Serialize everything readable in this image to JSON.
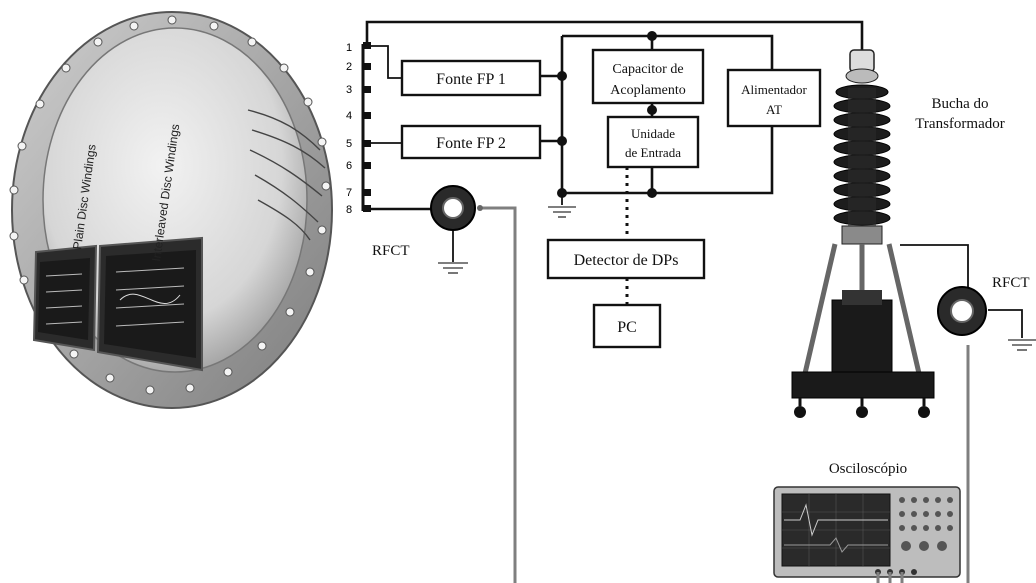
{
  "apparatus": {
    "tray_label_1": "Plain Disc Windings",
    "tray_label_2": "Interleaved Disc Windings"
  },
  "terminals": [
    "1",
    "2",
    "3",
    "4",
    "5",
    "6",
    "7",
    "8"
  ],
  "blocks": {
    "fonte_fp1": "Fonte FP 1",
    "fonte_fp2": "Fonte FP 2",
    "capacitor_line1": "Capacitor de",
    "capacitor_line2": "Acoplamento",
    "alimentador_line1": "Alimentador",
    "alimentador_line2": "AT",
    "unidade_line1": "Unidade",
    "unidade_line2": "de Entrada",
    "detector": "Detector de DPs",
    "pc": "PC"
  },
  "labels": {
    "rfct_left": "RFCT",
    "rfct_right": "RFCT",
    "bucha_line1": "Bucha do",
    "bucha_line2": "Transformador",
    "osciloscopio": "Osciloscópio"
  },
  "colors": {
    "ink": "#111111",
    "cable": "#7f7f7f",
    "metal": "#d9d9d9"
  }
}
